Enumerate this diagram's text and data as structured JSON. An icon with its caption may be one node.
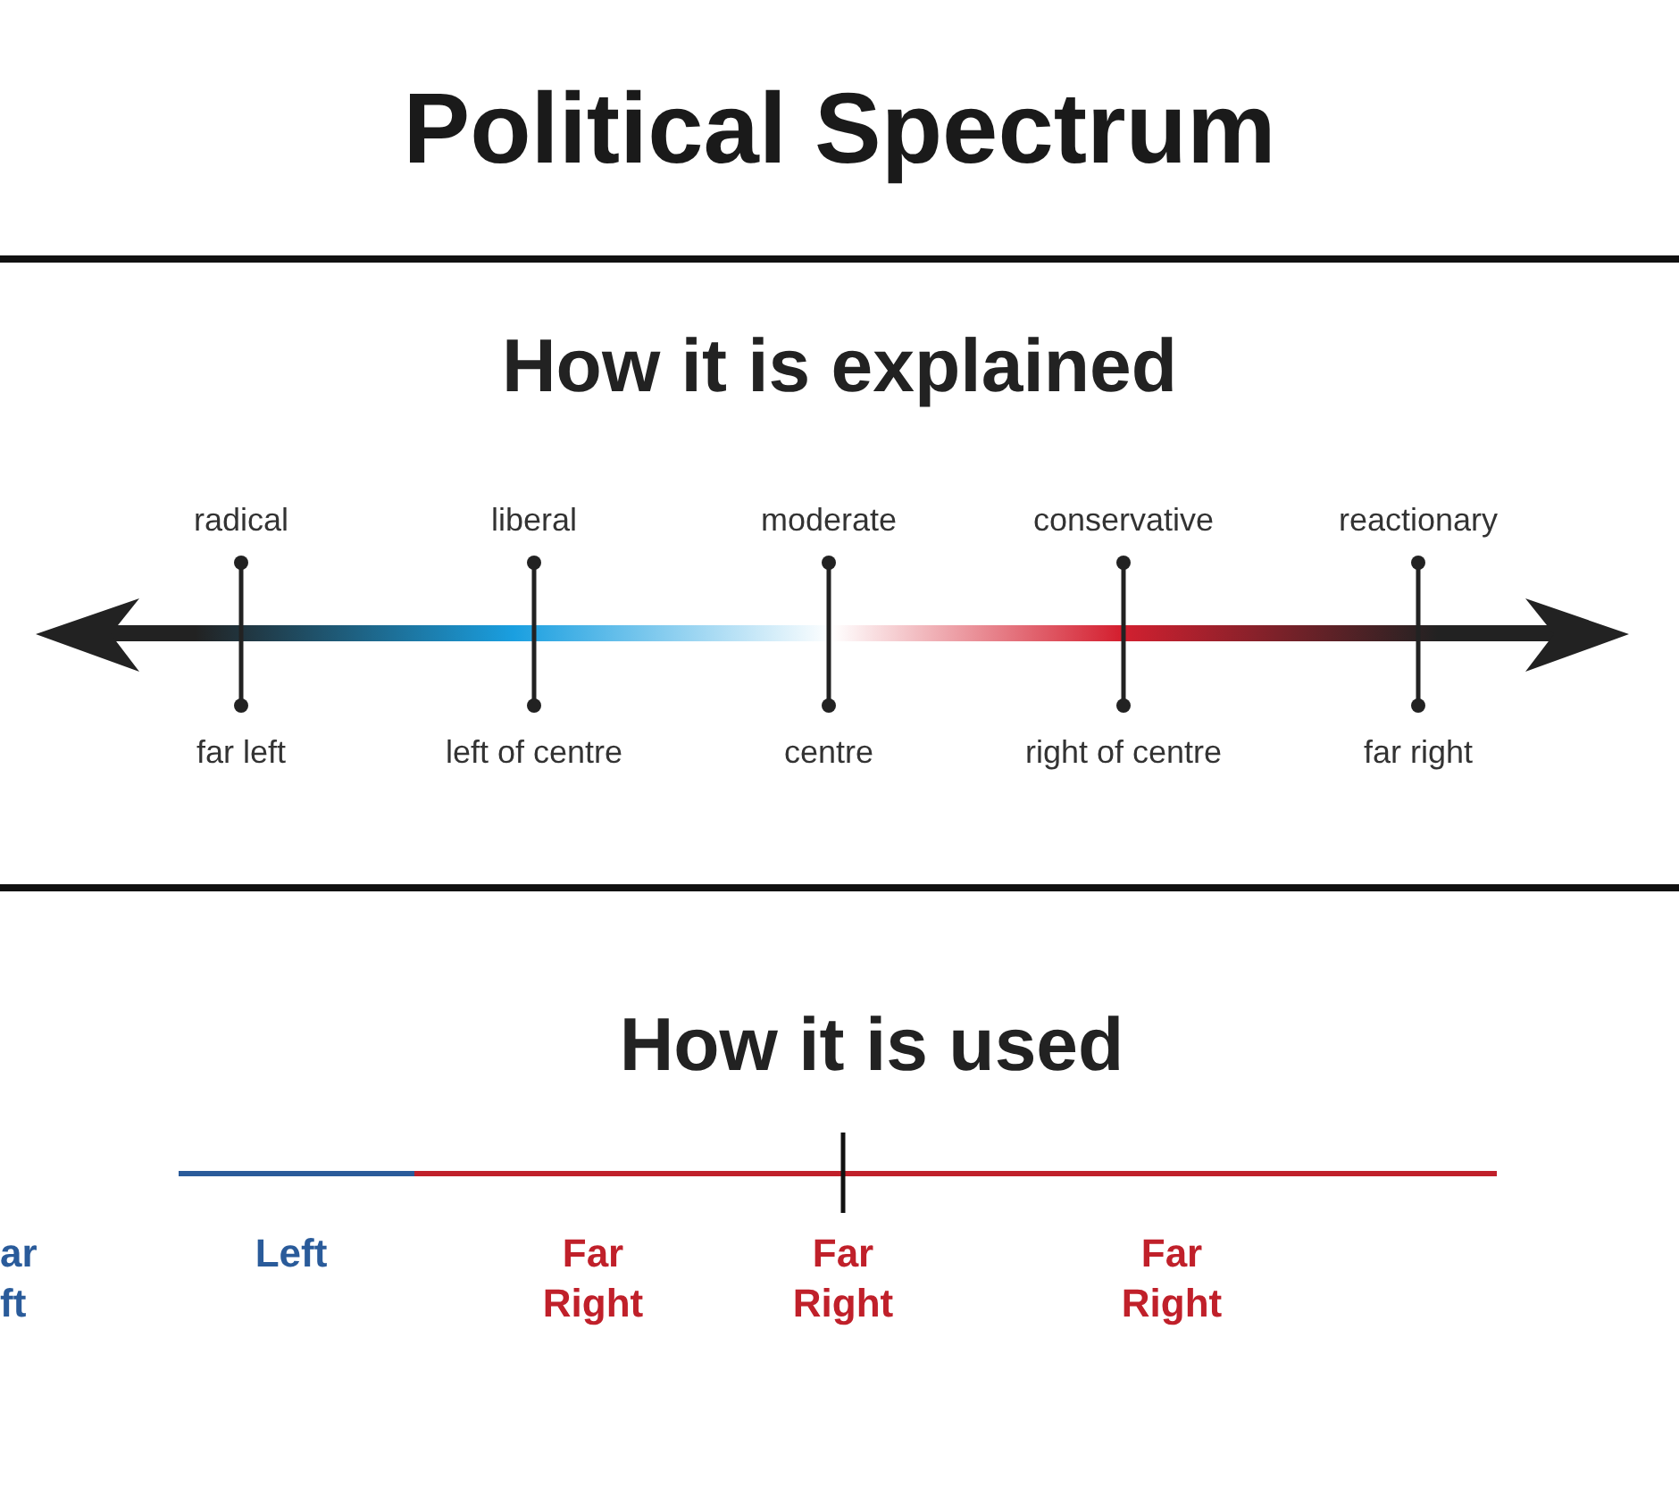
{
  "diagram": {
    "title": "Political Spectrum",
    "labels": [
      "How it is explained",
      "radical",
      "liberal",
      "moderate",
      "conservative",
      "reactionary",
      "far left",
      "left of centre",
      "centre",
      "right of centre",
      "far right",
      "How it is used",
      "ar ft",
      "Left",
      "Far Right",
      "Far Right",
      "Far Right"
    ]
  }
}
